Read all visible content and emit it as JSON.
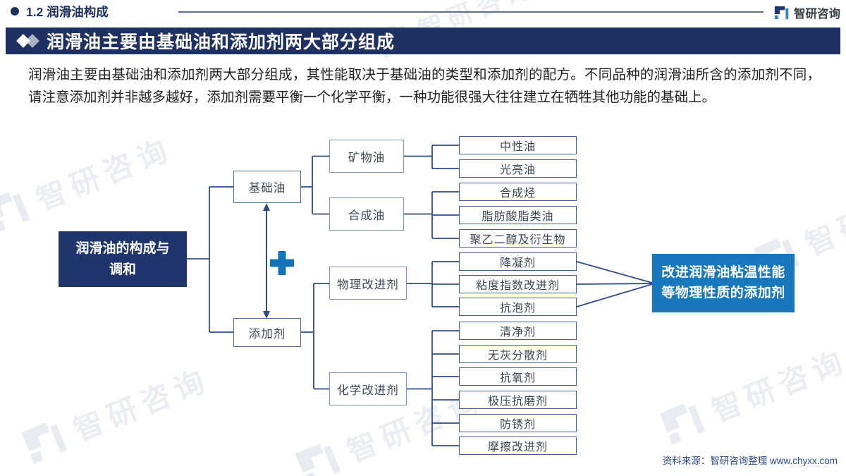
{
  "header": {
    "section_title": "1.2 润滑油构成",
    "brand_name": "智研咨询",
    "banner_title": "润滑油主要由基础油和添加剂两大部分组成"
  },
  "intro_paragraph": "润滑油主要由基础油和添加剂两大部分组成，其性能取决于基础油的类型和添加剂的配方。不同品种的润滑油所含的添加剂不同，请注意添加剂并非越多越好，添加剂需要平衡一个化学平衡，一种功能很强大往往建立在牺牲其他功能的基础上。",
  "diagram": {
    "root": {
      "line1": "润滑油的构成与",
      "line2": "调和"
    },
    "plus_symbol": "+",
    "level1": [
      {
        "label": "基础油"
      },
      {
        "label": "添加剂"
      }
    ],
    "groups": [
      {
        "label": "矿物油",
        "children": [
          "中性油",
          "光亮油"
        ]
      },
      {
        "label": "合成油",
        "children": [
          "合成烃",
          "脂肪酸脂类油",
          "聚乙二醇及衍生物"
        ]
      },
      {
        "label": "物理改进剂",
        "children": [
          "降凝剂",
          "粘度指数改进剂",
          "抗泡剂"
        ]
      },
      {
        "label": "化学改进剂",
        "children": [
          "清净剂",
          "无灰分散剂",
          "抗氧剂",
          "极压抗磨剂",
          "防锈剂",
          "摩擦改进剂"
        ]
      }
    ],
    "callout": {
      "line1": "改进润滑油粘温性能",
      "line2": "等物理性质的添加剂"
    }
  },
  "watermark_text": "智研咨询",
  "footer": {
    "source_text": "资料来源：智研咨询整理  www.chyxx.com"
  },
  "colors": {
    "banner_navy": "#1f3062",
    "root_navy": "#20356b",
    "line_navy": "#2e4a8c",
    "callout_blue": "#1778be",
    "plus_blue": "#1573bb"
  }
}
